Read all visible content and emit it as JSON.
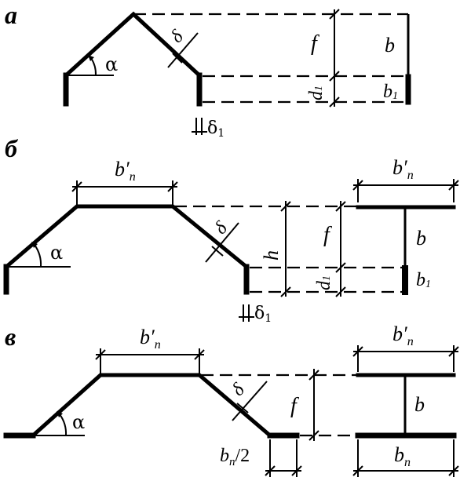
{
  "sections": {
    "a": "а",
    "b": "б",
    "v": "в"
  },
  "labels": {
    "alpha": "α",
    "delta": "δ",
    "delta1": "δ",
    "delta1_sub": "1",
    "f": "f",
    "d1": "d",
    "d1_sub": "1",
    "b": "b",
    "b1": "b",
    "b1_sub": "1",
    "h": "h",
    "bn_prime": "b′",
    "bn_sub": "n",
    "bn": "b",
    "bn_half": "/2"
  }
}
